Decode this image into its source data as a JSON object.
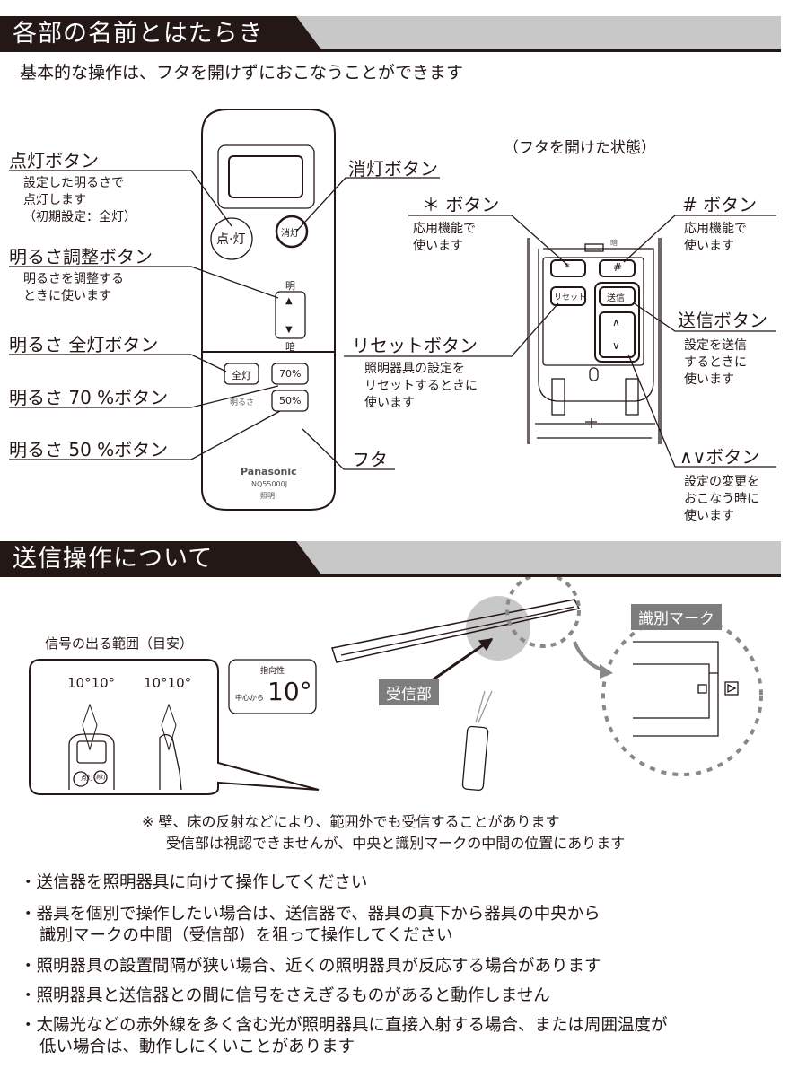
{
  "section1": {
    "title": "各部の名前とはたらき",
    "subtitle": "基本的な操作は、フタを開けずにおこなうことができます"
  },
  "left_labels": [
    {
      "label": "点灯ボタン",
      "desc": [
        "設定した明るさで",
        "点灯します",
        "（初期設定：全灯）"
      ]
    },
    {
      "label": "明るさ調整ボタン",
      "desc": [
        "明るさを調整する",
        "ときに使います"
      ]
    },
    {
      "label": "明るさ 全灯ボタン"
    },
    {
      "label": "明るさ 70 %ボタン"
    },
    {
      "label": "明るさ 50 %ボタン"
    }
  ],
  "lid_label": "フタ",
  "off_label": "消灯ボタン",
  "remote": {
    "on": "点·灯",
    "off": "消灯",
    "bright": "明",
    "dark": "暗",
    "full": "全灯",
    "p70": "70%",
    "p50": "50%",
    "brightness": "明るさ",
    "brand": "Panasonic",
    "model": "NQ55000J",
    "product": "照明"
  },
  "open_state": {
    "caption": "（フタを開けた状態）",
    "star": "*",
    "hash": "#",
    "reset": "リセット",
    "send": "送信",
    "up": "∧",
    "down": "∨",
    "dark": "暗"
  },
  "right_labels": [
    {
      "label": "＊ ボタン",
      "desc": [
        "応用機能で",
        "使います"
      ]
    },
    {
      "label": "# ボタン",
      "desc": [
        "応用機能で",
        "使います"
      ]
    },
    {
      "label": "送信ボタン",
      "desc": [
        "設定を送信",
        "するときに",
        "使います"
      ]
    },
    {
      "label": "リセットボタン",
      "desc": [
        "照明器具の設定を",
        "リセットするときに",
        "使います"
      ]
    },
    {
      "label": "∧∨ボタン",
      "desc": [
        "設定の変更を",
        "おこなう時に",
        "使います"
      ]
    }
  ],
  "section2": {
    "title": "送信操作について",
    "range_title": "信号の出る範囲（目安）",
    "angle_left": "10°",
    "angle_right": "10°",
    "directivity": "指向性",
    "from_center": "中心から",
    "angle": "10°",
    "receiver": "受信部",
    "id_mark": "識別マーク",
    "small_on": "点灯",
    "small_off": "消灯"
  },
  "notes": [
    "※ 壁、床の反射などにより、範囲外でも受信することがあります",
    "受信部は視認できませんが、中央と識別マークの中間の位置にあります"
  ],
  "bullets": [
    [
      "・送信器を照明器具に向けて操作してください"
    ],
    [
      "・器具を個別で操作したい場合は、送信器で、器具の真下から器具の中央から",
      "識別マークの中間（受信部）を狙って操作してください"
    ],
    [
      "・照明器具の設置間隔が狭い場合、近くの照明器具が反応する場合があります"
    ],
    [
      "・照明器具と送信器との間に信号をさえぎるものがあると動作しません"
    ],
    [
      "・太陽光などの赤外線を多く含む光が照明器具に直接入射する場合、または周囲温度が",
      "低い場合は、動作しにくいことがあります"
    ]
  ]
}
